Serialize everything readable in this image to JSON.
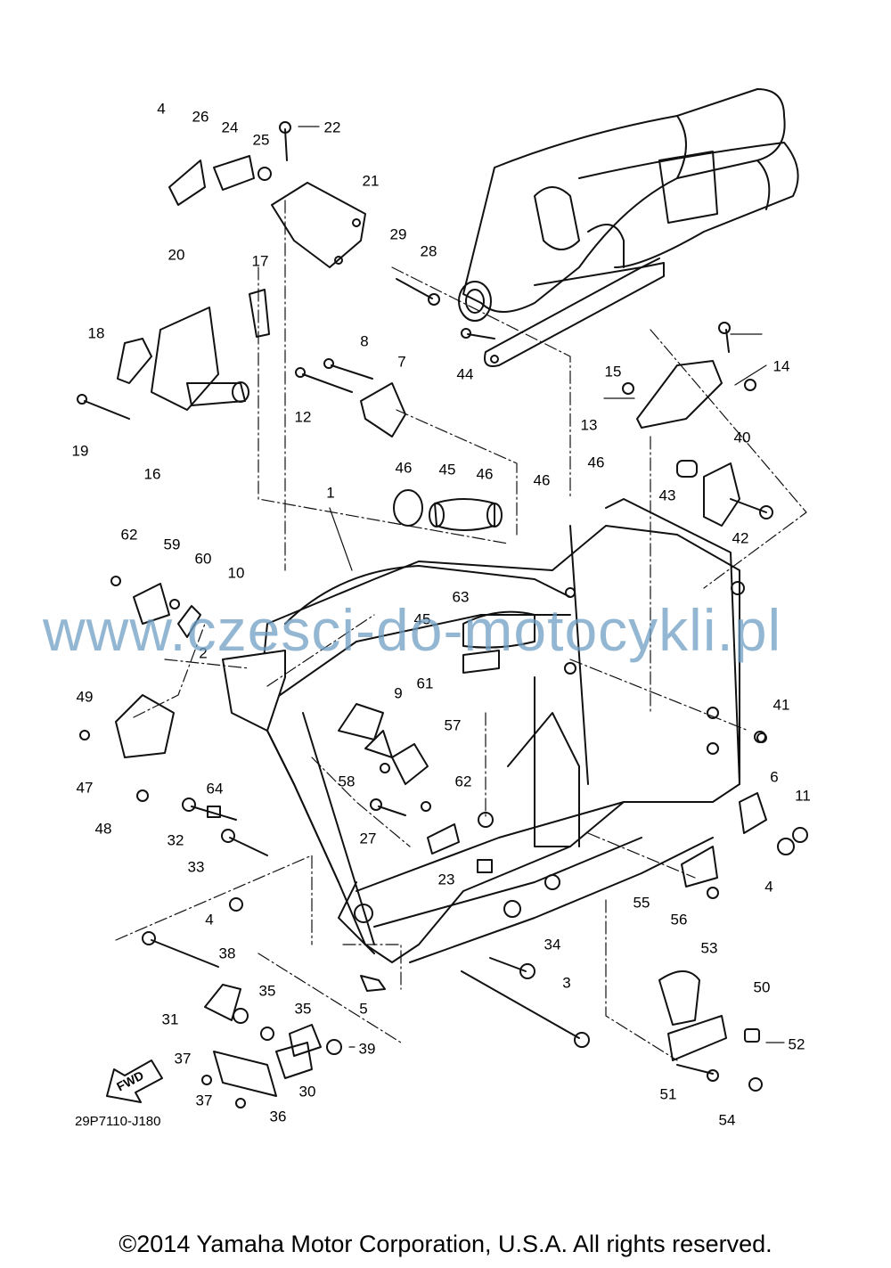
{
  "diagram": {
    "callouts": [
      "4",
      "26",
      "24",
      "25",
      "22",
      "21",
      "29",
      "28",
      "20",
      "17",
      "18",
      "19",
      "16",
      "8",
      "7",
      "12",
      "15",
      "14",
      "44",
      "13",
      "40",
      "43",
      "42",
      "46",
      "45",
      "46",
      "46",
      "46",
      "1",
      "62",
      "59",
      "60",
      "10",
      "63",
      "45",
      "2",
      "49",
      "47",
      "48",
      "9",
      "61",
      "57",
      "58",
      "62",
      "41",
      "6",
      "11",
      "4",
      "64",
      "32",
      "33",
      "27",
      "23",
      "55",
      "56",
      "4",
      "34",
      "38",
      "35",
      "31",
      "35",
      "39",
      "5",
      "3",
      "53",
      "50",
      "52",
      "37",
      "37",
      "30",
      "36",
      "51",
      "54"
    ],
    "fwd_label": "FWD",
    "drawing_code": "29P7110-J180"
  },
  "watermark": "www.czesci-do-motocykli.pl",
  "copyright": "©2014 Yamaha Motor Corporation, U.S.A. All rights reserved."
}
